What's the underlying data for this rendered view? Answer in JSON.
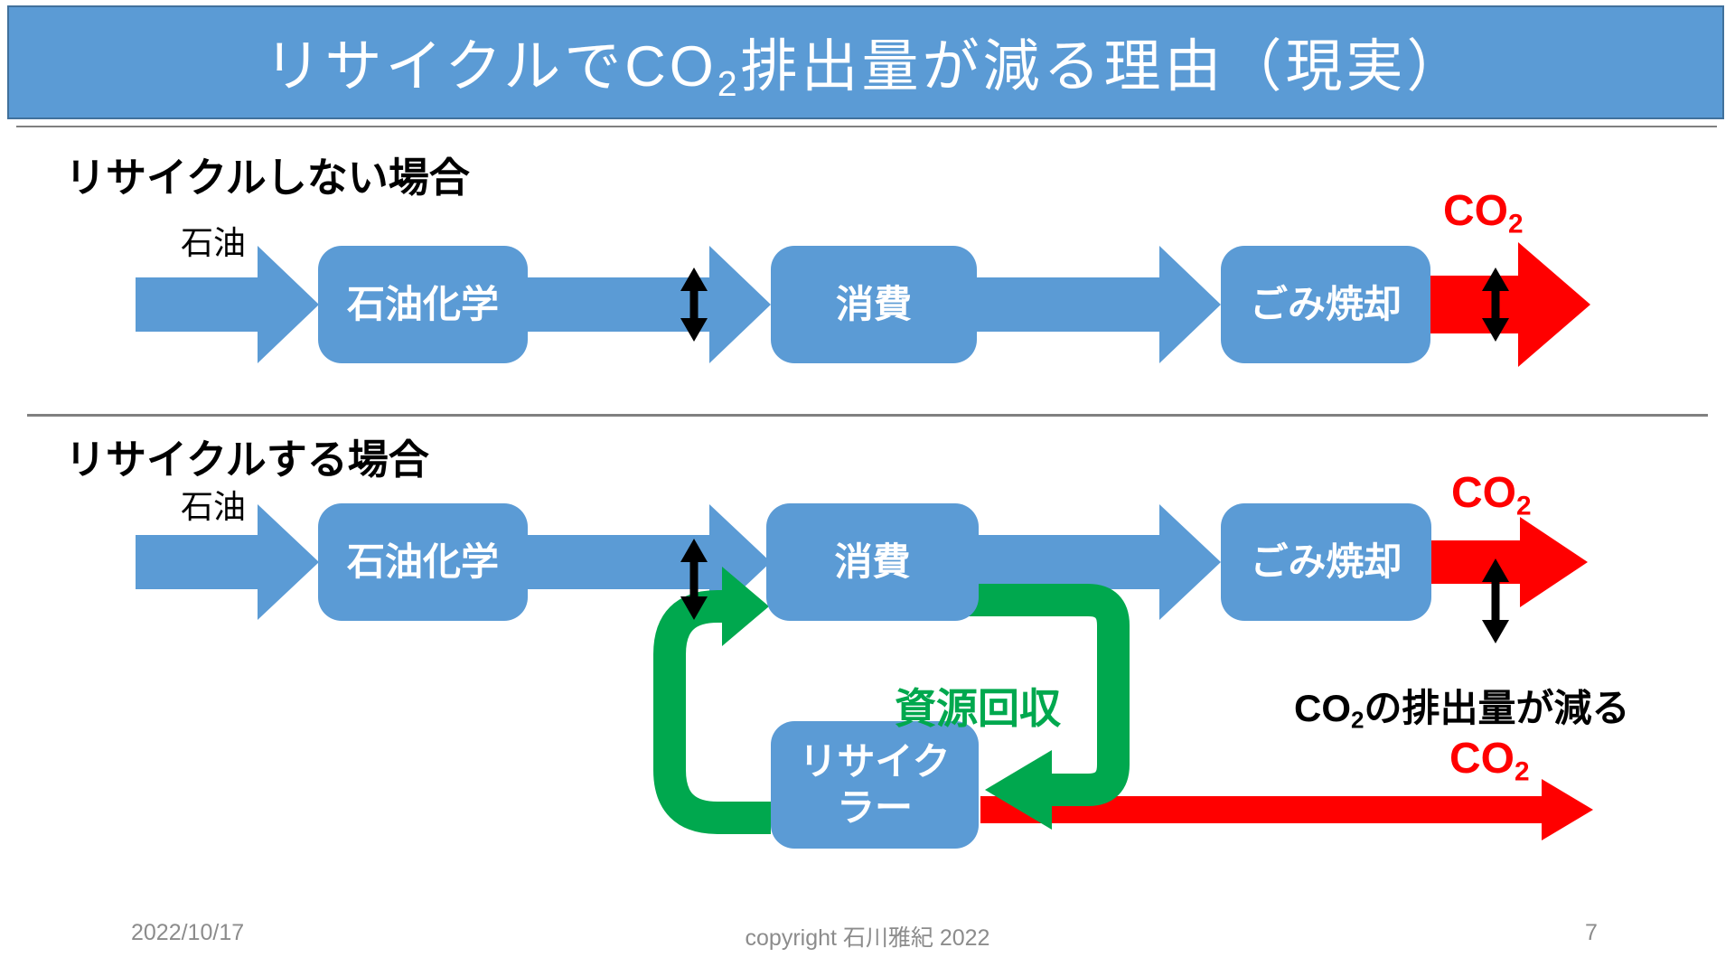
{
  "slide": {
    "title": {
      "prefix": "リサイクルでCO",
      "sub": "2",
      "suffix": "排出量が減る理由（現実）"
    },
    "colors": {
      "banner_blue": "#5B9BD5",
      "banner_border": "#41719C",
      "box_blue": "#5B9BD5",
      "arrow_blue": "#5B9BD5",
      "green": "#00A84E",
      "red": "#FF0000",
      "ink": "#000000",
      "footer_gray": "#8C8C8C",
      "rule_gray": "#808080"
    },
    "section1": {
      "heading": "リサイクルしない場合",
      "input_label": "石油",
      "boxes": [
        {
          "label": "石油化学"
        },
        {
          "label": "消費"
        },
        {
          "label": "ごみ焼却"
        }
      ],
      "co2": {
        "text": "CO",
        "sub": "2"
      }
    },
    "section2": {
      "heading": "リサイクルする場合",
      "input_label": "石油",
      "boxes": [
        {
          "label": "石油化学"
        },
        {
          "label": "消費"
        },
        {
          "label": "ごみ焼却"
        }
      ],
      "recycler_box": {
        "line1": "リサイク",
        "line2": "ラー"
      },
      "green_label": "資源回収",
      "co2_top": {
        "text": "CO",
        "sub": "2"
      },
      "co2_note": {
        "prefix": "CO",
        "sub": "2",
        "suffix": "の排出量が減る"
      },
      "co2_bottom": {
        "text": "CO",
        "sub": "2"
      }
    },
    "footer": {
      "date": "2022/10/17",
      "copyright": "copyright 石川雅紀 2022",
      "page": "7"
    }
  }
}
